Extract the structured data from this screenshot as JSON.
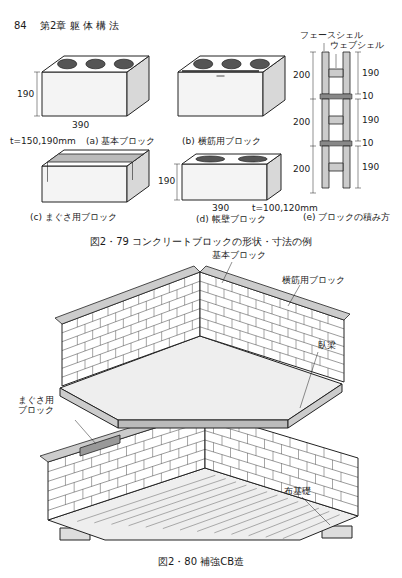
{
  "diagram": {
    "caption": "図2・80 補強CB造",
    "labels": [
      "84",
      "第2章 躯 体 構 法",
      "190",
      "390",
      "t=150,190mm",
      "(a) 基本ブロック",
      "(b) 横筋用ブロック",
      "(c) まぐさ用ブロック",
      "190",
      "390",
      "t=100,120mm",
      "(d) 帳壁ブロック",
      "フェースシェル",
      "ウェブシェル",
      "200",
      "190",
      "10",
      "200",
      "190",
      "10",
      "200",
      "190",
      "(e) ブロックの積み方",
      "図2・79 コンクリートブロックの形状・寸法の例",
      "基本ブロック",
      "横筋用ブロック",
      "臥梁",
      "まぐさ用ブロック",
      "布基礎"
    ]
  }
}
